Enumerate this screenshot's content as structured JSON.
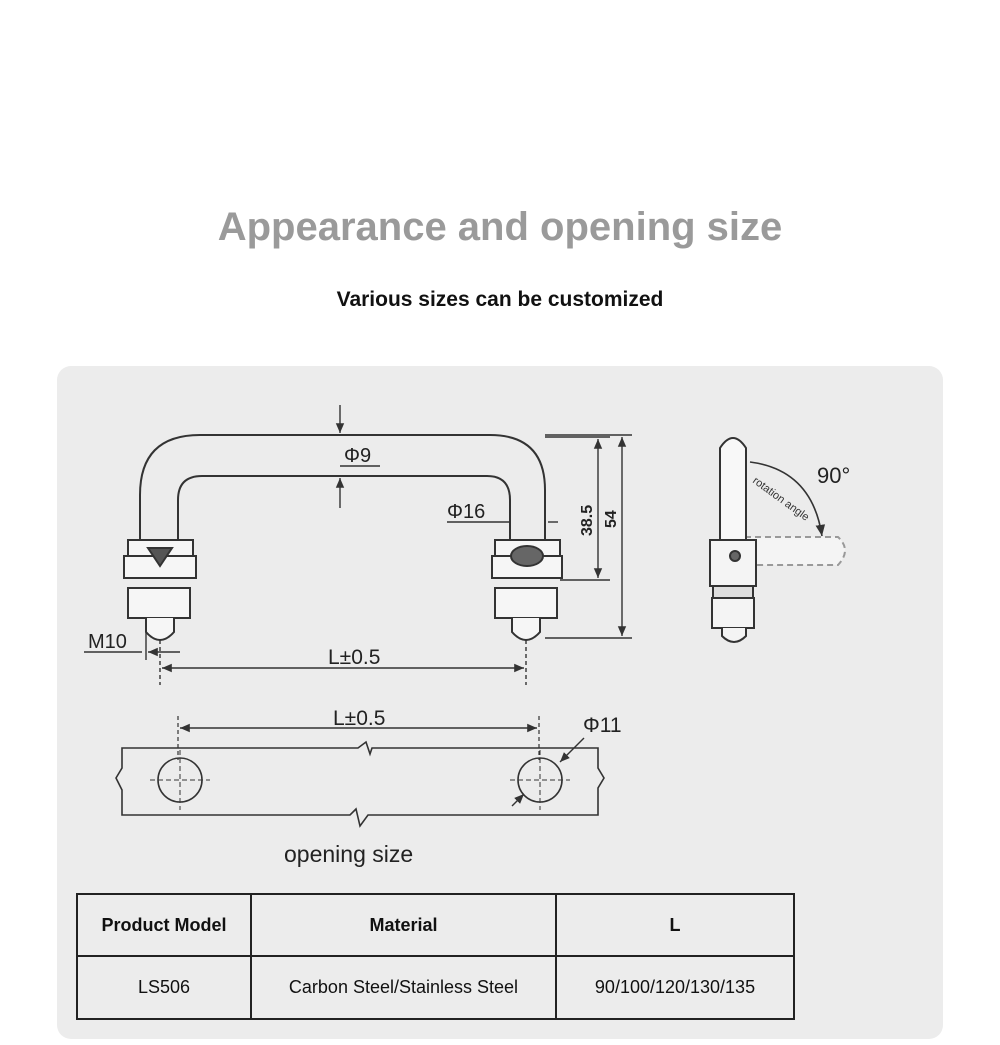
{
  "page": {
    "title": "Appearance and opening size",
    "subtitle": "Various sizes can be customized"
  },
  "drawing": {
    "labels": {
      "phi9": "Φ9",
      "phi16": "Φ16",
      "dim38": "38.5",
      "dim54": "54",
      "m10": "M10",
      "length_top": "L±0.5",
      "length_bottom": "L±0.5",
      "phi11": "Φ11",
      "angle": "90°",
      "rotation": "rotation angle",
      "opening": "opening size"
    }
  },
  "table": {
    "headers": [
      "Product Model",
      "Material",
      "L"
    ],
    "rows": [
      [
        "LS506",
        "Carbon Steel/Stainless Steel",
        "90/100/120/130/135"
      ]
    ]
  },
  "colors": {
    "title": "#9a9a9a",
    "panel": "#ececec",
    "line": "#333333"
  }
}
